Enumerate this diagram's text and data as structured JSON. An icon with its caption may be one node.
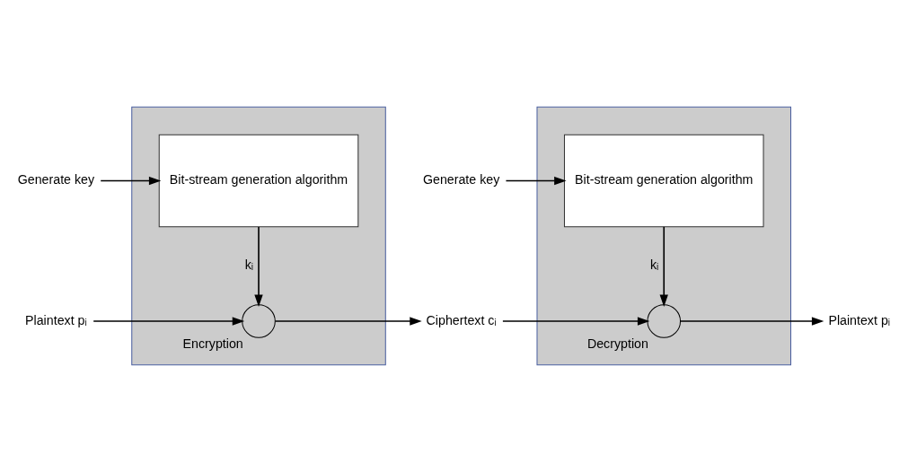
{
  "diagram": {
    "nodes": [
      {
        "text": [],
        "shape": "box"
      },
      {
        "text": [
          "Bit-stream generation algorithm"
        ],
        "in": 0
      },
      {
        "text": [],
        "shape": "circle",
        "in": 0,
        "beside": [
          "Encryption"
        ]
      },
      {
        "text": [
          "Generate key"
        ]
      },
      {
        "text": [
          "Plaintext pᵢ"
        ]
      },
      {
        "text": [
          "Ciphertext cᵢ"
        ]
      },
      {
        "text": [],
        "shape": "box"
      },
      {
        "text": [
          "Bit-stream generation algorithm"
        ],
        "in": 6
      },
      {
        "text": [],
        "shape": "circle",
        "in": 6,
        "beside": [
          "Decryption"
        ]
      },
      {
        "text": [
          "Generate key"
        ]
      },
      {
        "text": [
          "Plaintext pᵢ"
        ]
      }
    ],
    "edges": [
      {
        "from": 3,
        "to": 1,
        "arrow": "to"
      },
      {
        "from": 1,
        "to": 2,
        "arrow": "to",
        "label": "kᵢ"
      },
      {
        "from": 4,
        "to": 2,
        "arrow": "to"
      },
      {
        "from": 2,
        "to": 5,
        "arrow": "to"
      },
      {
        "from": 5,
        "to": 8,
        "arrow": "to"
      },
      {
        "from": 9,
        "to": 7,
        "arrow": "to"
      },
      {
        "from": 7,
        "to": 8,
        "arrow": "to",
        "label": "kᵢ"
      },
      {
        "from": 8,
        "to": 10,
        "arrow": "to"
      }
    ]
  }
}
